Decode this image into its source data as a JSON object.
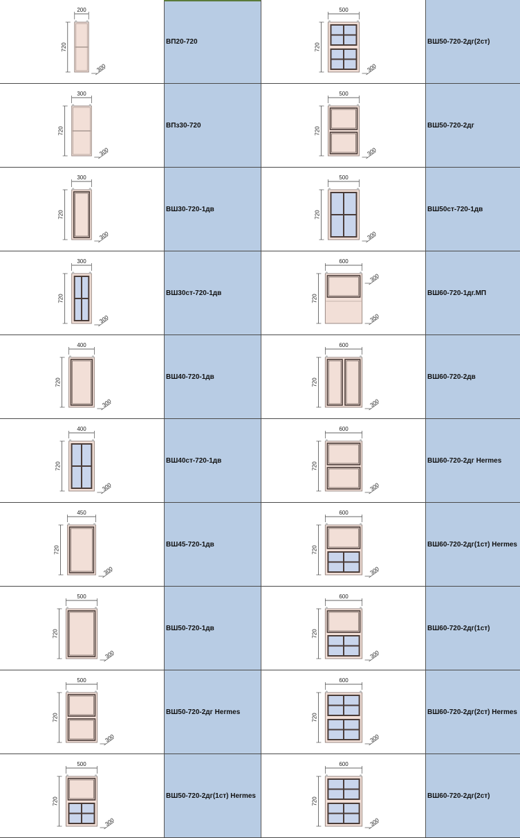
{
  "colors": {
    "label_bg": "#b8cce4",
    "cabinet_fill": "#f2dfd7",
    "cabinet_stroke": "#9a8a84",
    "frame": "#4a3c38",
    "glass": "#c9d5ec"
  },
  "rows": [
    {
      "left": {
        "name": "ВП20-720",
        "w": "200",
        "h": "720",
        "d": [
          "300"
        ],
        "width_mm": 200,
        "type": "open-shelf",
        "sections": []
      },
      "right": {
        "name": "ВШ50-720-2дг(2ст)",
        "w": "500",
        "h": "720",
        "d": [
          "300"
        ],
        "width_mm": 500,
        "type": "lift",
        "sections": [
          "glass",
          "glass"
        ]
      }
    },
    {
      "left": {
        "name": "ВПз30-720",
        "w": "300",
        "h": "720",
        "d": [
          "300"
        ],
        "width_mm": 300,
        "type": "open-shelf",
        "sections": []
      },
      "right": {
        "name": "ВШ50-720-2дг",
        "w": "500",
        "h": "720",
        "d": [
          "300"
        ],
        "width_mm": 500,
        "type": "lift",
        "sections": [
          "panel",
          "panel"
        ]
      }
    },
    {
      "left": {
        "name": "ВШ30-720-1дв",
        "w": "300",
        "h": "720",
        "d": [
          "300"
        ],
        "width_mm": 300,
        "type": "door",
        "sections": [
          "panel"
        ]
      },
      "right": {
        "name": "ВШ50ст-720-1дв",
        "w": "500",
        "h": "720",
        "d": [
          "300"
        ],
        "width_mm": 500,
        "type": "door",
        "sections": [
          "glass"
        ]
      }
    },
    {
      "left": {
        "name": "ВШ30ст-720-1дв",
        "w": "300",
        "h": "720",
        "d": [
          "300"
        ],
        "width_mm": 300,
        "type": "door",
        "sections": [
          "glass"
        ]
      },
      "right": {
        "name": "ВШ60-720-1дг.МП",
        "w": "600",
        "h": "720",
        "d": [
          "300",
          "350"
        ],
        "width_mm": 600,
        "type": "lift-open",
        "sections": [
          "panel"
        ]
      }
    },
    {
      "left": {
        "name": "ВШ40-720-1дв",
        "w": "400",
        "h": "720",
        "d": [
          "300"
        ],
        "width_mm": 400,
        "type": "door",
        "sections": [
          "panel"
        ]
      },
      "right": {
        "name": "ВШ60-720-2дв",
        "w": "600",
        "h": "720",
        "d": [
          "300"
        ],
        "width_mm": 600,
        "type": "doors2",
        "sections": [
          "panel",
          "panel"
        ]
      }
    },
    {
      "left": {
        "name": "ВШ40ст-720-1дв",
        "w": "400",
        "h": "720",
        "d": [
          "300"
        ],
        "width_mm": 400,
        "type": "door",
        "sections": [
          "glass"
        ]
      },
      "right": {
        "name": "ВШ60-720-2дг Hermes",
        "w": "600",
        "h": "720",
        "d": [
          "300"
        ],
        "width_mm": 600,
        "type": "lift",
        "sections": [
          "panel",
          "panel"
        ]
      }
    },
    {
      "left": {
        "name": "ВШ45-720-1дв",
        "w": "450",
        "h": "720",
        "d": [
          "300"
        ],
        "width_mm": 450,
        "type": "door",
        "sections": [
          "panel"
        ]
      },
      "right": {
        "name": "ВШ60-720-2дг(1ст) Hermes",
        "w": "600",
        "h": "720",
        "d": [
          "300"
        ],
        "width_mm": 600,
        "type": "lift",
        "sections": [
          "panel",
          "glass"
        ]
      }
    },
    {
      "left": {
        "name": "ВШ50-720-1дв",
        "w": "500",
        "h": "720",
        "d": [
          "300"
        ],
        "width_mm": 500,
        "type": "door",
        "sections": [
          "panel"
        ]
      },
      "right": {
        "name": "ВШ60-720-2дг(1ст)",
        "w": "600",
        "h": "720",
        "d": [
          "300"
        ],
        "width_mm": 600,
        "type": "lift",
        "sections": [
          "panel",
          "glass"
        ]
      }
    },
    {
      "left": {
        "name": "ВШ50-720-2дг Hermes",
        "w": "500",
        "h": "720",
        "d": [
          "300"
        ],
        "width_mm": 500,
        "type": "lift",
        "sections": [
          "panel",
          "panel"
        ]
      },
      "right": {
        "name": "ВШ60-720-2дг(2ст) Hermes",
        "w": "600",
        "h": "720",
        "d": [
          "300"
        ],
        "width_mm": 600,
        "type": "lift",
        "sections": [
          "glass",
          "glass"
        ]
      }
    },
    {
      "left": {
        "name": "ВШ50-720-2дг(1ст) Hermes",
        "w": "500",
        "h": "720",
        "d": [
          "300"
        ],
        "width_mm": 500,
        "type": "lift",
        "sections": [
          "panel",
          "glass"
        ]
      },
      "right": {
        "name": "ВШ60-720-2дг(2ст)",
        "w": "600",
        "h": "720",
        "d": [
          "300"
        ],
        "width_mm": 600,
        "type": "lift",
        "sections": [
          "glass",
          "glass"
        ]
      }
    }
  ]
}
